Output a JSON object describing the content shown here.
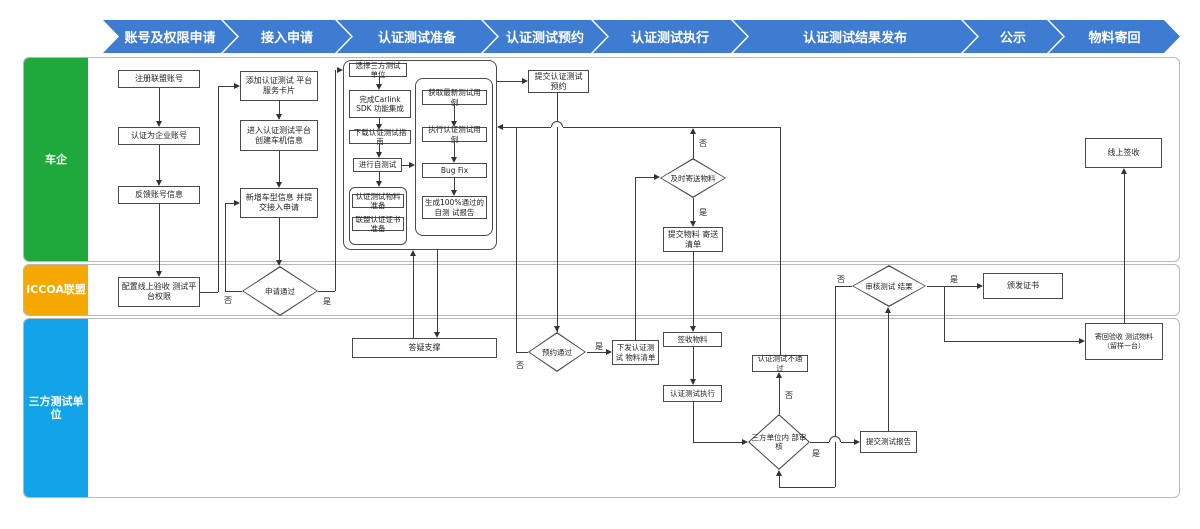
{
  "labels": {
    "yes": "是",
    "no": "否"
  },
  "phases": [
    "账号及权限申请",
    "接入申请",
    "认证测试准备",
    "认证测试预约",
    "认证测试执行",
    "认证测试结果发布",
    "公示",
    "物料寄回"
  ],
  "lanes": [
    {
      "name": "车企",
      "color": "#1FA83C"
    },
    {
      "name": "ICCOA联盟",
      "color": "#F5A800"
    },
    {
      "name": "三方测试单位",
      "color": "#12A3E8"
    }
  ],
  "colors": {
    "phase_arrow": "#3E7CD2",
    "lane_carmaker": "#1FA83C",
    "lane_iccoa": "#F5A800",
    "lane_thirdparty": "#12A3E8",
    "box_border": "#4A4A4A",
    "line": "#3C3C3C"
  },
  "nodes": {
    "register": "注册联盟账号",
    "enterprise": "认证为企业账号",
    "feedback": "反馈账号信息",
    "configure": "配置线上验收 测试平台权限",
    "add_card": "添加认证测试 平台服务卡片",
    "create_info": "进入认证测试平台 创建车机信息",
    "new_model": "新增车型信息 并提交接入申请",
    "apply_pass": "申请通过",
    "select_unit": "选择三方测试单位",
    "sdk": "完成Carlink SDK 功能集成",
    "download_guide": "下载认证测试指南",
    "self_test": "进行自测试",
    "material_prep": "认证测试物料准备",
    "cert_prep": "联盟认证证书准备",
    "get_cases": "获取最新测试用例",
    "run_cases": "执行认证测试用例",
    "bugfix": "Bug Fix",
    "report100": "生成100%通过的自测 试报告",
    "submit_appoint": "提交认证测试预约",
    "send_material": "及时寄送物料",
    "submit_list": "提交物料 寄送清单",
    "online_sign": "线上签收",
    "support": "答疑支撑",
    "appoint_pass": "预约通过",
    "issue_list": "下发认证测试 物料清单",
    "receive": "签收物料",
    "exec_test": "认证测试执行",
    "internal_review": "三方单位内 部审核",
    "not_pass": "认证测试不通过",
    "submit_report": "提交测试报告",
    "review_result": "审核测试 结果",
    "issue_cert": "颁发证书",
    "return_material": "寄回验收 测试物料（留样一台）"
  }
}
